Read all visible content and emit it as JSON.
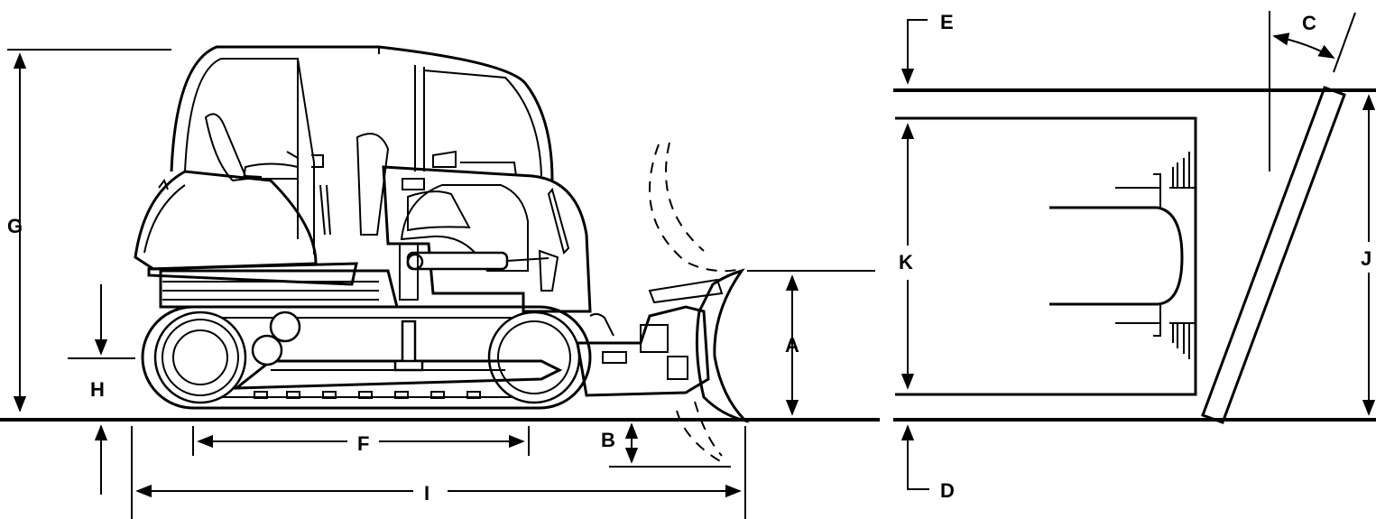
{
  "labels": {
    "A": "A",
    "B": "B",
    "C": "C",
    "D": "D",
    "E": "E",
    "F": "F",
    "G": "G",
    "H": "H",
    "I": "I",
    "J": "J",
    "K": "K"
  },
  "colors": {
    "line": "#000000",
    "background": "#ffffff"
  }
}
